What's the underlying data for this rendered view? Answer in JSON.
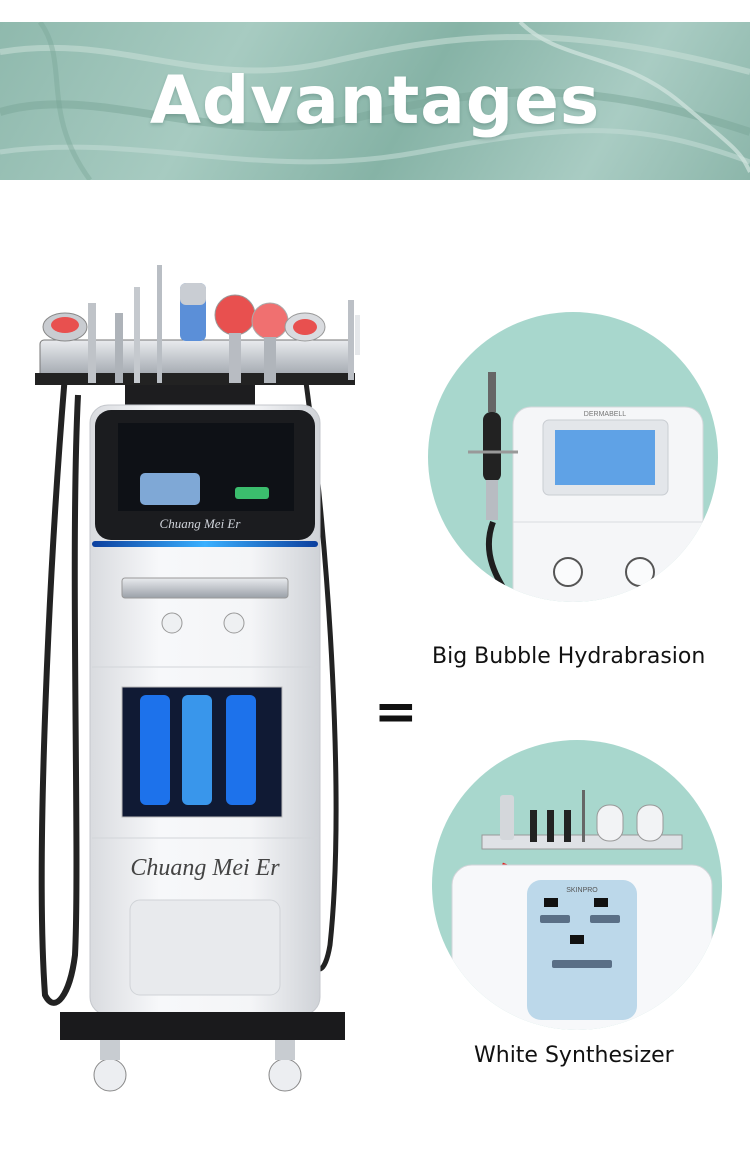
{
  "banner": {
    "title": "Advantages",
    "color": "#9cc3b8"
  },
  "machine": {
    "screen_brand": "Chuang Mei Er",
    "body_brand": "Chuang Mei Er"
  },
  "comparisons": [
    {
      "caption": "Big Bubble Hydrabrasion",
      "device_brand": "DERMABELL"
    },
    {
      "caption": "White Synthesizer",
      "device_brand": "SKINPRO"
    }
  ],
  "equals_sign": "=",
  "colors": {
    "accent_teal": "#a8d7cd",
    "machine_white": "#f2f3f5",
    "led_blue": "#2f8cff"
  }
}
